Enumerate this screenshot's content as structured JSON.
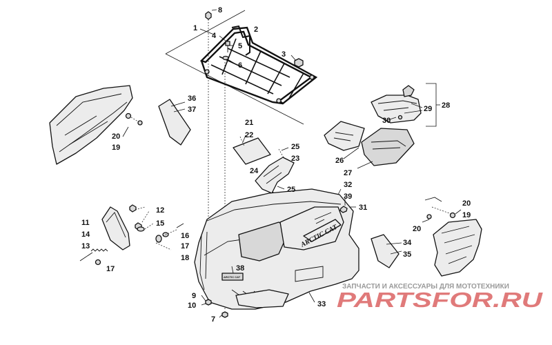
{
  "diagram": {
    "callouts": {
      "c1": "1",
      "c2": "2",
      "c3": "3",
      "c4": "4",
      "c5": "5",
      "c6": "6",
      "c7": "7",
      "c8": "8",
      "c9": "9",
      "c10": "10",
      "c11": "11",
      "c12": "12",
      "c13": "13",
      "c14": "14",
      "c15": "15",
      "c16": "16",
      "c17a": "17",
      "c17b": "17",
      "c18": "18",
      "c19a": "19",
      "c19b": "19",
      "c20a": "20",
      "c20b": "20",
      "c20c": "20",
      "c21": "21",
      "c22": "22",
      "c23": "23",
      "c24": "24",
      "c25a": "25",
      "c25b": "25",
      "c26": "26",
      "c27": "27",
      "c28": "28",
      "c29": "29",
      "c30": "30",
      "c31": "31",
      "c32": "32",
      "c33": "33",
      "c34": "34",
      "c35": "35",
      "c36": "36",
      "c37": "37",
      "c38": "38",
      "c39": "39"
    },
    "decal_text": "ARCTIC CAT",
    "badge_text": "ARCTIC CAT"
  },
  "watermark": {
    "tagline": "ЗАПЧАСТИ И АКСЕССУАРЫ ДЛЯ МОТОТЕХНИКИ",
    "brand_part1": "PARTS",
    "brand_part2": "FOR",
    "brand_part3": ".RU",
    "brand_color": "#e07a7a",
    "tagline_color": "#9a9a9a"
  }
}
